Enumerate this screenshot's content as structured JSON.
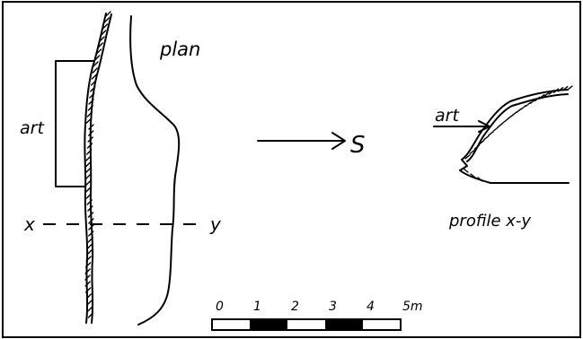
{
  "labels": {
    "plan": "plan",
    "art_plan": "art",
    "art_profile": "art",
    "x": "x",
    "y": "y",
    "direction": "S",
    "profile": "profile x-y"
  },
  "scale": {
    "ticks": [
      "0",
      "1",
      "2",
      "3",
      "4",
      "5m"
    ]
  },
  "colors": {
    "ink": "#000000",
    "paper": "#ffffff"
  }
}
